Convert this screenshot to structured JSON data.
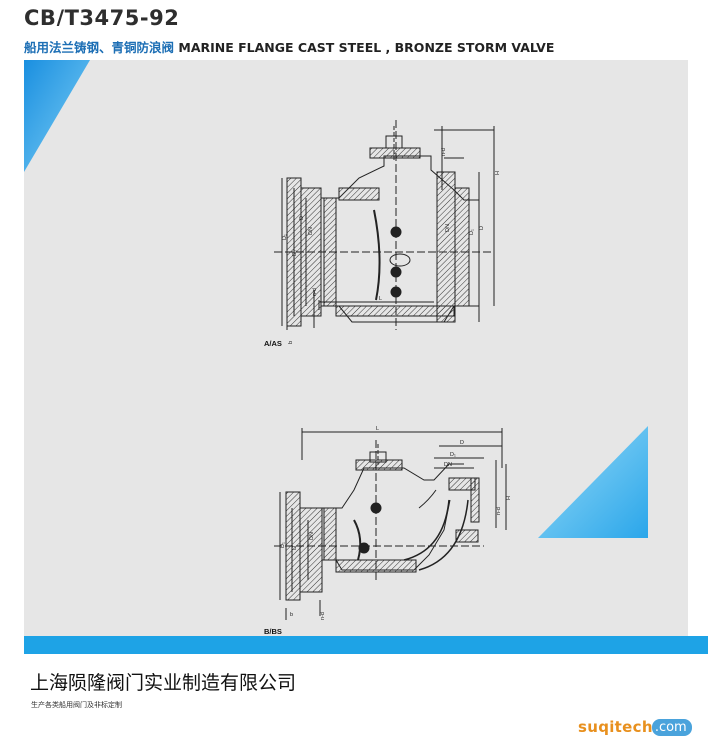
{
  "header": {
    "standard_code": "CB/T3475-92",
    "title_cn": "船用法兰铸钢、青铜防浪阀",
    "title_en": "MARINE FLANGE CAST STEEL , BRONZE STORM VALVE"
  },
  "drawing": {
    "view_a_label": "A/AS",
    "view_b_label": "B/BS",
    "dims": {
      "H": "H",
      "L": "L",
      "D": "D",
      "D1": "D₁",
      "D2": "D₂",
      "DN": "DN",
      "b": "b",
      "nd": "n-d"
    }
  },
  "footer": {
    "company": "上海陨隆阀门实业制造有限公司",
    "tagline": "生产各类船用阀门及非标定制"
  },
  "watermark": {
    "left": "suqitech",
    "right": ".com"
  },
  "colors": {
    "accent_blue": "#1ea3e6",
    "panel_gray": "#e6e6e6",
    "watermark_orange": "#e8901e"
  }
}
